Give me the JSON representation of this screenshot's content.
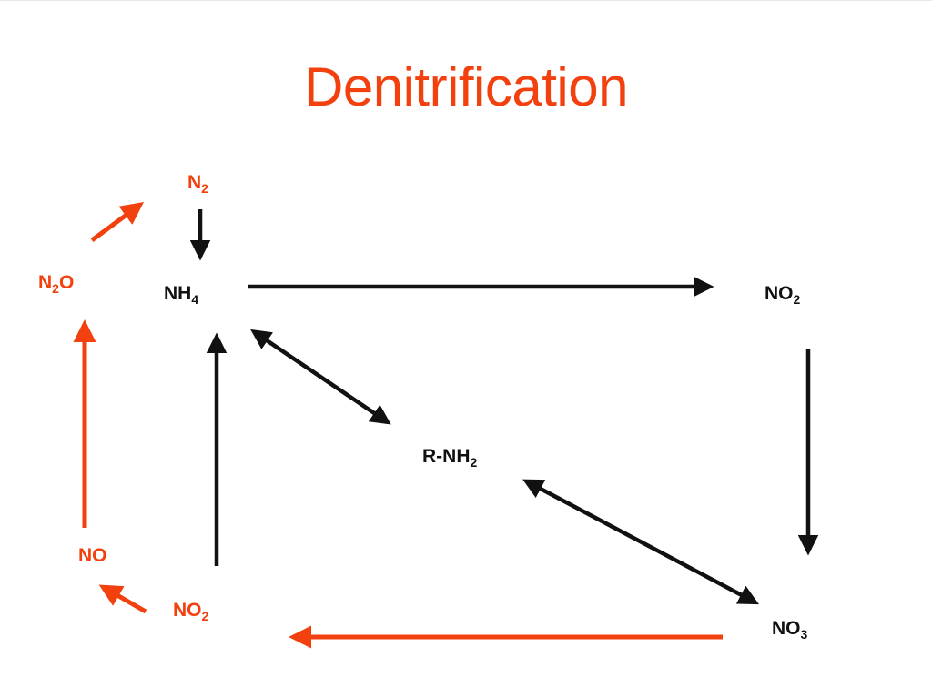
{
  "title": "Denitrification",
  "colors": {
    "red": "#f2400f",
    "black": "#111111",
    "background": "#ffffff"
  },
  "labels": {
    "n2": {
      "main": "N",
      "sub": "2",
      "tail": ""
    },
    "n2o": {
      "main": "N",
      "sub": "2",
      "tail": "O"
    },
    "nh4": {
      "main": "NH",
      "sub": "4",
      "tail": ""
    },
    "no2_top": {
      "main": "NO",
      "sub": "2",
      "tail": ""
    },
    "r_nh2": {
      "main": "R-NH",
      "sub": "2",
      "tail": ""
    },
    "no_red": {
      "main": "NO",
      "sub": "",
      "tail": ""
    },
    "no2_red": {
      "main": "NO",
      "sub": "2",
      "tail": ""
    },
    "no3": {
      "main": "NO",
      "sub": "3",
      "tail": ""
    }
  }
}
